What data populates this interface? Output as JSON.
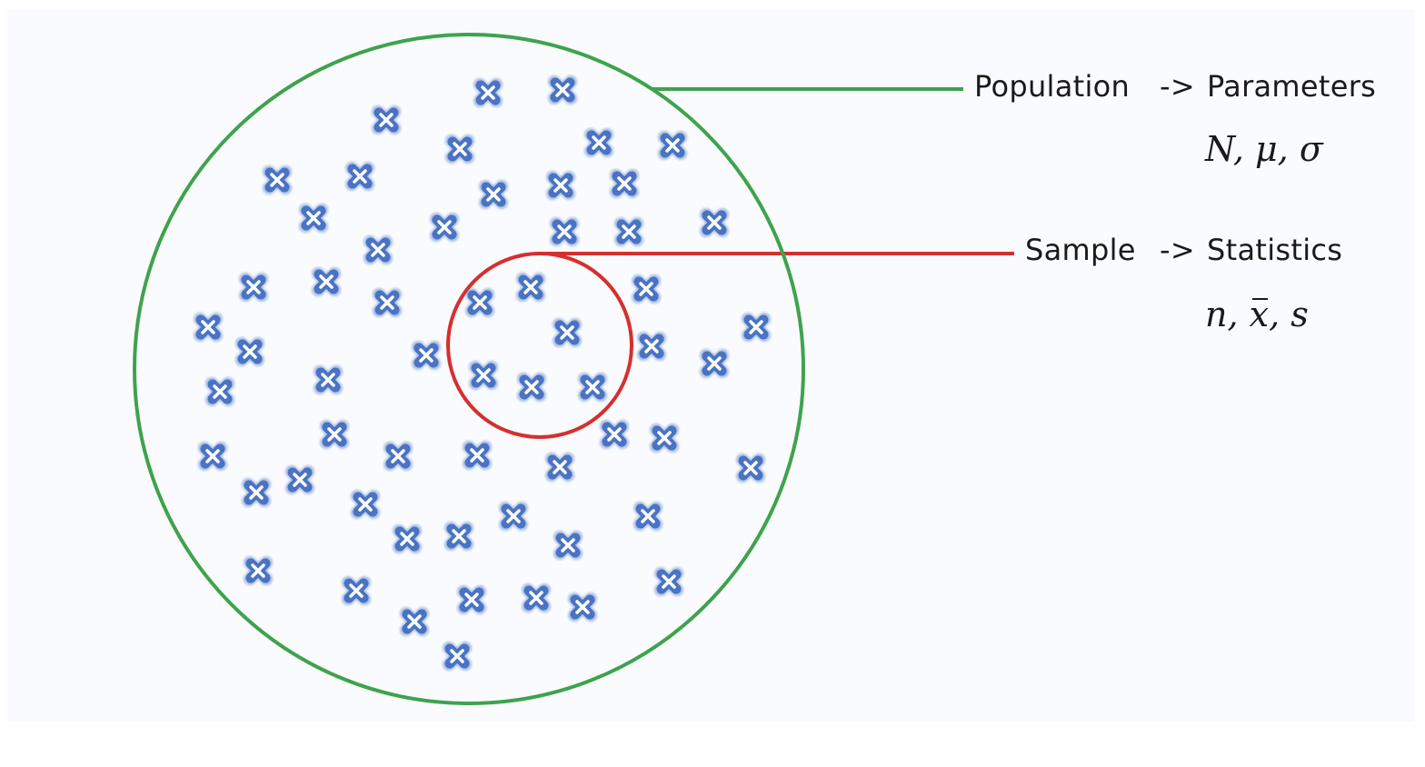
{
  "population": {
    "label": "Population",
    "arrow": "->",
    "kind": "Parameters",
    "symbols": "N, μ, σ",
    "color": "#3fa34d"
  },
  "sample": {
    "label": "Sample",
    "arrow": "->",
    "kind": "Statistics",
    "symbols": [
      "n, ",
      "x",
      ", s"
    ],
    "color": "#d62f2f"
  },
  "marker": {
    "icon": "x-marker-icon",
    "color": "#4a73c4"
  }
}
